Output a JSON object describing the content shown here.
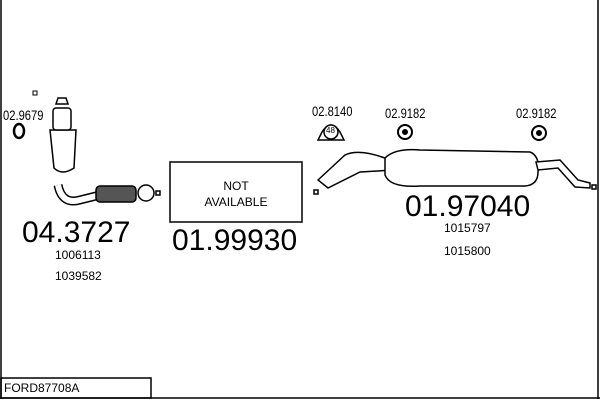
{
  "diagram_id": "FORD87708A",
  "parts": [
    {
      "code": "02.9679",
      "name": "gasket"
    },
    {
      "code": "04.3727",
      "refs": [
        "1006113",
        "1039582"
      ],
      "name": "catalytic-converter"
    },
    {
      "code": "01.99930",
      "note": "NOT AVAILABLE"
    },
    {
      "code": "02.8140",
      "clamp_size": "48"
    },
    {
      "code": "02.9182"
    },
    {
      "code": "02.9182"
    },
    {
      "code": "01.97040",
      "refs": [
        "1015797",
        "1015800"
      ],
      "name": "rear-silencer"
    }
  ]
}
